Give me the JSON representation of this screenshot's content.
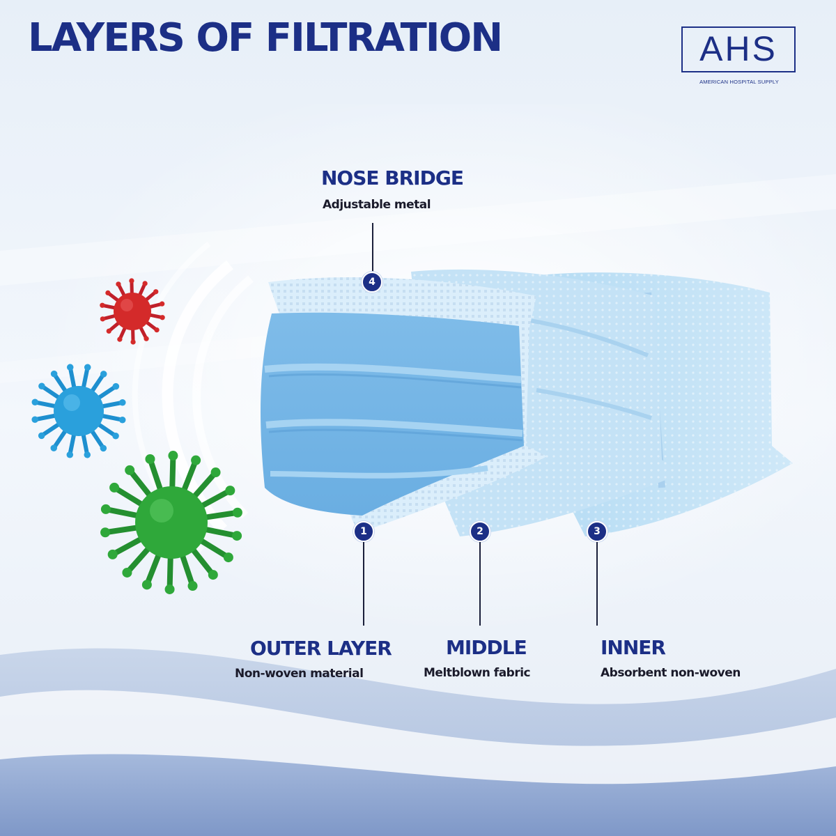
{
  "title": "LAYERS OF FILTRATION",
  "brand": {
    "logo_text": "AHS",
    "tagline": "AMERICAN HOSPITAL SUPPLY",
    "color": "#1c2f86"
  },
  "callouts": {
    "nose_bridge": {
      "number": "4",
      "heading": "NOSE BRIDGE",
      "description": "Adjustable metal"
    },
    "outer": {
      "number": "1",
      "heading": "OUTER LAYER",
      "description": "Non-woven material"
    },
    "middle": {
      "number": "2",
      "heading": "MIDDLE",
      "description": "Meltblown fabric"
    },
    "inner": {
      "number": "3",
      "heading": "INNER",
      "description": "Absorbent non-woven"
    }
  },
  "illustration": {
    "subject": "three-layer-face-mask",
    "virus_colors": [
      "#d42a2a",
      "#2aa0dc",
      "#2fa83a"
    ],
    "mask_color": "#8ec8ef"
  }
}
